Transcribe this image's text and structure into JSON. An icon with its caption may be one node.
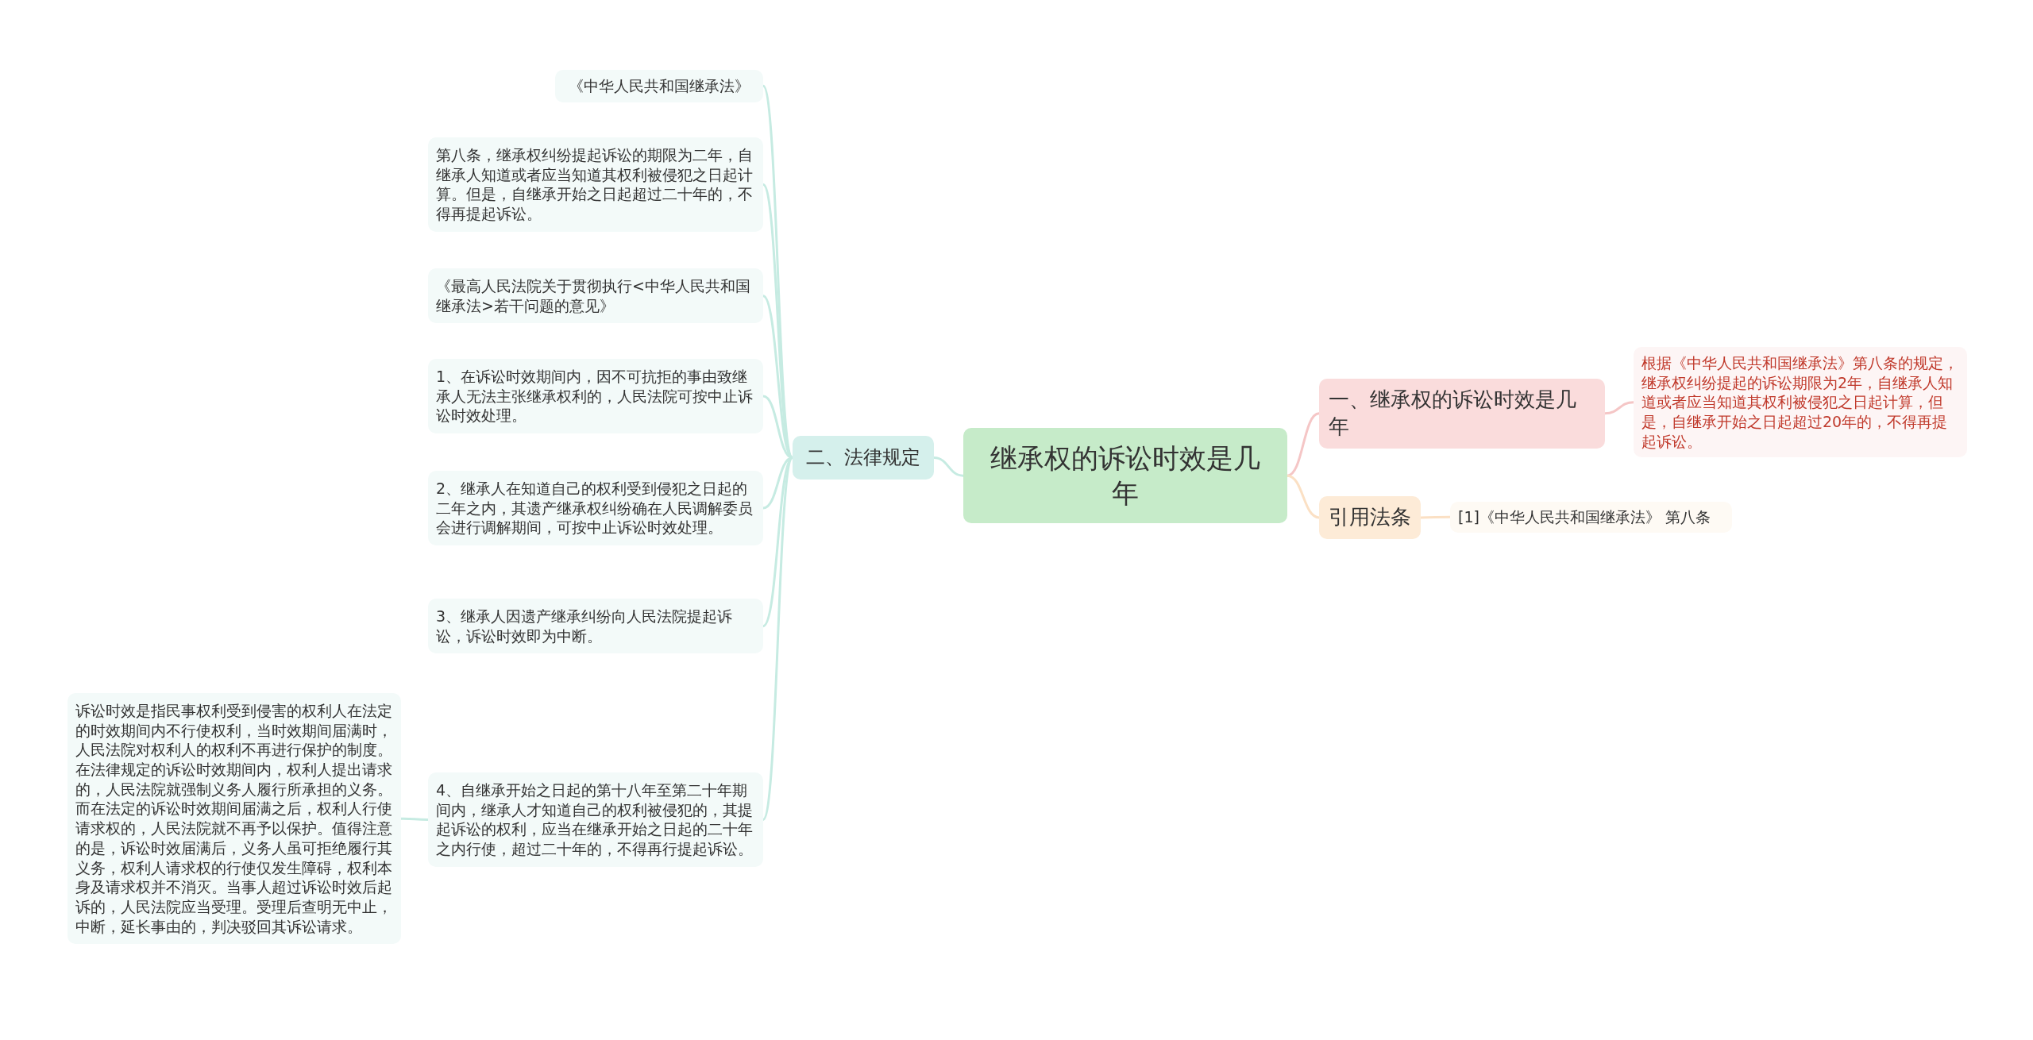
{
  "diagram": {
    "nodes": [
      {
        "text": [
          "继承权的诉讼时效是几年"
        ]
      },
      {
        "text": [
          "一、继承权的诉讼时效是几年"
        ]
      },
      {
        "text": [
          "根据《中华人民共和国继承法》第八条的规定，继承权纠纷提起的诉讼期限为2年，自继承人知道或者应当知道其权利被侵犯之日起计算，但是，自继承开始之日起超过20年的，不得再提起诉讼。"
        ]
      },
      {
        "text": [
          "引用法条"
        ]
      },
      {
        "text": [
          "[1]《中华人民共和国继承法》 第八条"
        ]
      },
      {
        "text": [
          "二、法律规定"
        ]
      },
      {
        "text": [
          "《中华人民共和国继承法》"
        ]
      },
      {
        "text": [
          "第八条，继承权纠纷提起诉讼的期限为二年，自继承人知道或者应当知道其权利被侵犯之日起计算。但是，自继承开始之日起超过二十年的，不得再提起诉讼。"
        ]
      },
      {
        "text": [
          "《最高人民法院关于贯彻执行<中华人民共和国继承法>若干问题的意见》"
        ]
      },
      {
        "text": [
          "1、在诉讼时效期间内，因不可抗拒的事由致继承人无法主张继承权利的，人民法院可按中止诉讼时效处理。"
        ]
      },
      {
        "text": [
          "2、继承人在知道自己的权利受到侵犯之日起的二年之内，其遗产继承权纠纷确在人民调解委员会进行调解期间，可按中止诉讼时效处理。"
        ]
      },
      {
        "text": [
          "3、继承人因遗产继承纠纷向人民法院提起诉讼，诉讼时效即为中断。"
        ]
      },
      {
        "text": [
          "4、自继承开始之日起的第十八年至第二十年期间内，继承人才知道自己的权利被侵犯的，其提起诉讼的权利，应当在继承开始之日起的二十年之内行使，超过二十年的，不得再行提起诉讼。"
        ]
      },
      {
        "text": [
          "诉讼时效是指民事权利受到侵害的权利人在法定的时效期间内不行使权利，当时效期间届满时，人民法院对权利人的权利不再进行保护的制度。在法律规定的诉讼时效期间内，权利人提出请求的，人民法院就强制义务人履行所承担的义务。而在法定的诉讼时效期间届满之后，权利人行使请求权的，人民法院就不再予以保护。值得注意的是，诉讼时效届满后，义务人虽可拒绝履行其义务，权利人请求权的行使仅发生障碍，权利本身及请求权并不消灭。当事人超过诉讼时效后起诉的，人民法院应当受理。受理后查明无中止，中断，延长事由的，判决驳回其诉讼请求。"
        ]
      }
    ],
    "edges": [
      {
        "from": 0,
        "to": 1,
        "arrow": "none",
        "color": "#f5c6c6"
      },
      {
        "from": 1,
        "to": 2,
        "arrow": "none",
        "color": "#f5c6c6"
      },
      {
        "from": 0,
        "to": 3,
        "arrow": "none",
        "color": "#fbe0c4"
      },
      {
        "from": 3,
        "to": 4,
        "arrow": "none",
        "color": "#fbe0c4"
      },
      {
        "from": 0,
        "to": 5,
        "arrow": "none"
      },
      {
        "from": 5,
        "to": 6,
        "arrow": "none"
      },
      {
        "from": 5,
        "to": 7,
        "arrow": "none"
      },
      {
        "from": 5,
        "to": 8,
        "arrow": "none"
      },
      {
        "from": 5,
        "to": 9,
        "arrow": "none"
      },
      {
        "from": 5,
        "to": 10,
        "arrow": "none"
      },
      {
        "from": 5,
        "to": 11,
        "arrow": "none"
      },
      {
        "from": 5,
        "to": 12,
        "arrow": "none"
      },
      {
        "from": 12,
        "to": 13,
        "arrow": "none"
      }
    ]
  }
}
